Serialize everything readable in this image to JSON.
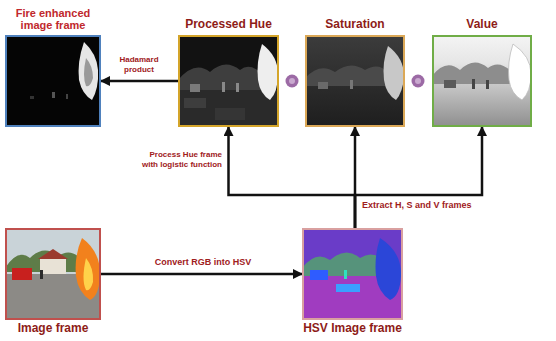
{
  "diagram": {
    "nodes": [
      {
        "text": [
          "Fire enhanced image frame"
        ]
      },
      {
        "text": [
          "Processed Hue"
        ]
      },
      {
        "text": [
          "Saturation"
        ]
      },
      {
        "text": [
          "Value"
        ]
      },
      {
        "text": [
          "Image frame"
        ]
      },
      {
        "text": [
          "HSV Image frame"
        ]
      }
    ],
    "edges": [
      {
        "from": 1,
        "to": 0,
        "arrow": "to",
        "label": "Hadamard product"
      },
      {
        "from": 4,
        "to": 5,
        "arrow": "to",
        "label": "Convert RGB into HSV"
      },
      {
        "from": 5,
        "to": 1,
        "arrow": "to",
        "label": "Process Hue frame with logistic function"
      },
      {
        "from": 5,
        "to": 2,
        "arrow": "to",
        "label": "Extract H, S and V frames"
      },
      {
        "from": 5,
        "to": 3,
        "arrow": "to"
      }
    ]
  }
}
